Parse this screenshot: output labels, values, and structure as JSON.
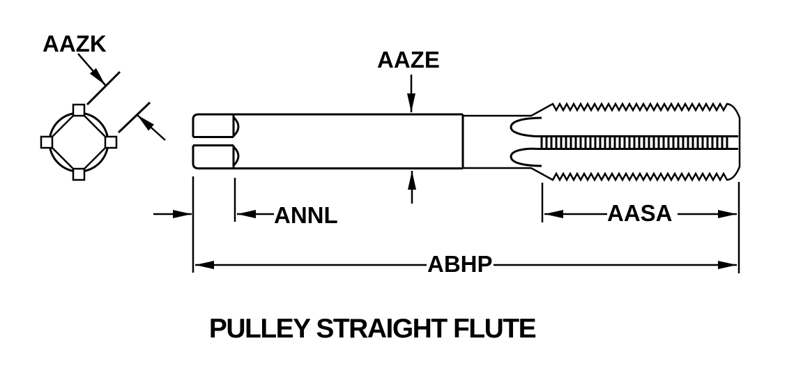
{
  "drawing": {
    "title": "PULLEY STRAIGHT FLUTE",
    "dimension_labels": {
      "aazk": "AAZK",
      "aaze": "AAZE",
      "annl": "ANNL",
      "aasa": "AASA",
      "abhp": "ABHP"
    },
    "colors": {
      "line": "#000000",
      "background": "#ffffff"
    }
  }
}
